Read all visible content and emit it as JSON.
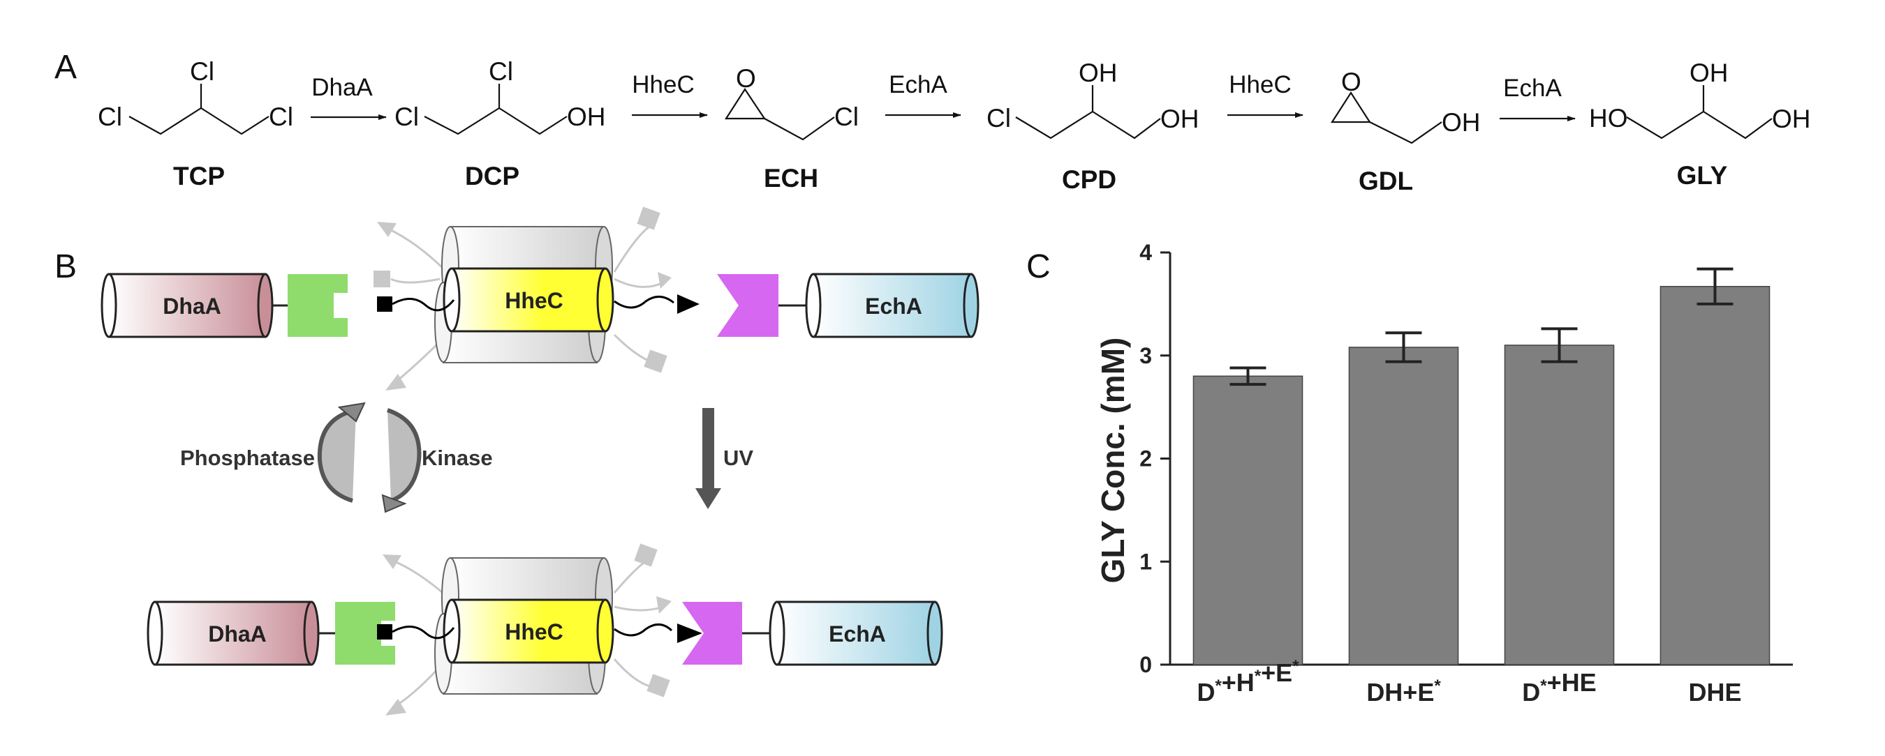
{
  "panel_labels": {
    "a": "A",
    "b": "B",
    "c": "C"
  },
  "reaction": {
    "enzymes": [
      "DhaA",
      "HheC",
      "EchA",
      "HheC",
      "EchA"
    ],
    "compounds": [
      "TCP",
      "DCP",
      "ECH",
      "CPD",
      "GDL",
      "GLY"
    ],
    "atoms": {
      "cl": "Cl",
      "oh": "OH",
      "ho": "HO",
      "o": "O"
    }
  },
  "scaffold": {
    "dhaa": "DhaA",
    "hhec": "HheC",
    "echa": "EchA",
    "phosphatase": "Phosphatase",
    "kinase": "Kinase",
    "uv": "UV"
  },
  "colors": {
    "bar": "#7f7f7f",
    "green_dock": "#8fdc6c",
    "magenta_dock": "#d667f0",
    "hhec_fill": "#ffff33",
    "dhaa_fill": "#c98f99",
    "echa_fill": "#9fd3e4"
  },
  "chart_data": {
    "type": "bar",
    "categories": [
      "D*+H*+E*",
      "DH+E*",
      "D*+HE",
      "DHE"
    ],
    "category_parts": [
      [
        [
          "D",
          "*"
        ],
        [
          "+H",
          "*"
        ],
        [
          "+E",
          "*"
        ]
      ],
      [
        [
          "DH+E",
          "*"
        ]
      ],
      [
        [
          "D",
          "*"
        ],
        [
          "+HE",
          ""
        ]
      ],
      [
        [
          "DHE",
          ""
        ]
      ]
    ],
    "values": [
      2.8,
      3.08,
      3.1,
      3.67
    ],
    "errors": [
      0.08,
      0.14,
      0.16,
      0.17
    ],
    "ylabel": "GLY Conc. (mM)",
    "xlabel": "",
    "ylim": [
      0,
      4
    ],
    "yticks": [
      "0",
      "1",
      "2",
      "3",
      "4"
    ],
    "grid": false,
    "legend": "none"
  }
}
